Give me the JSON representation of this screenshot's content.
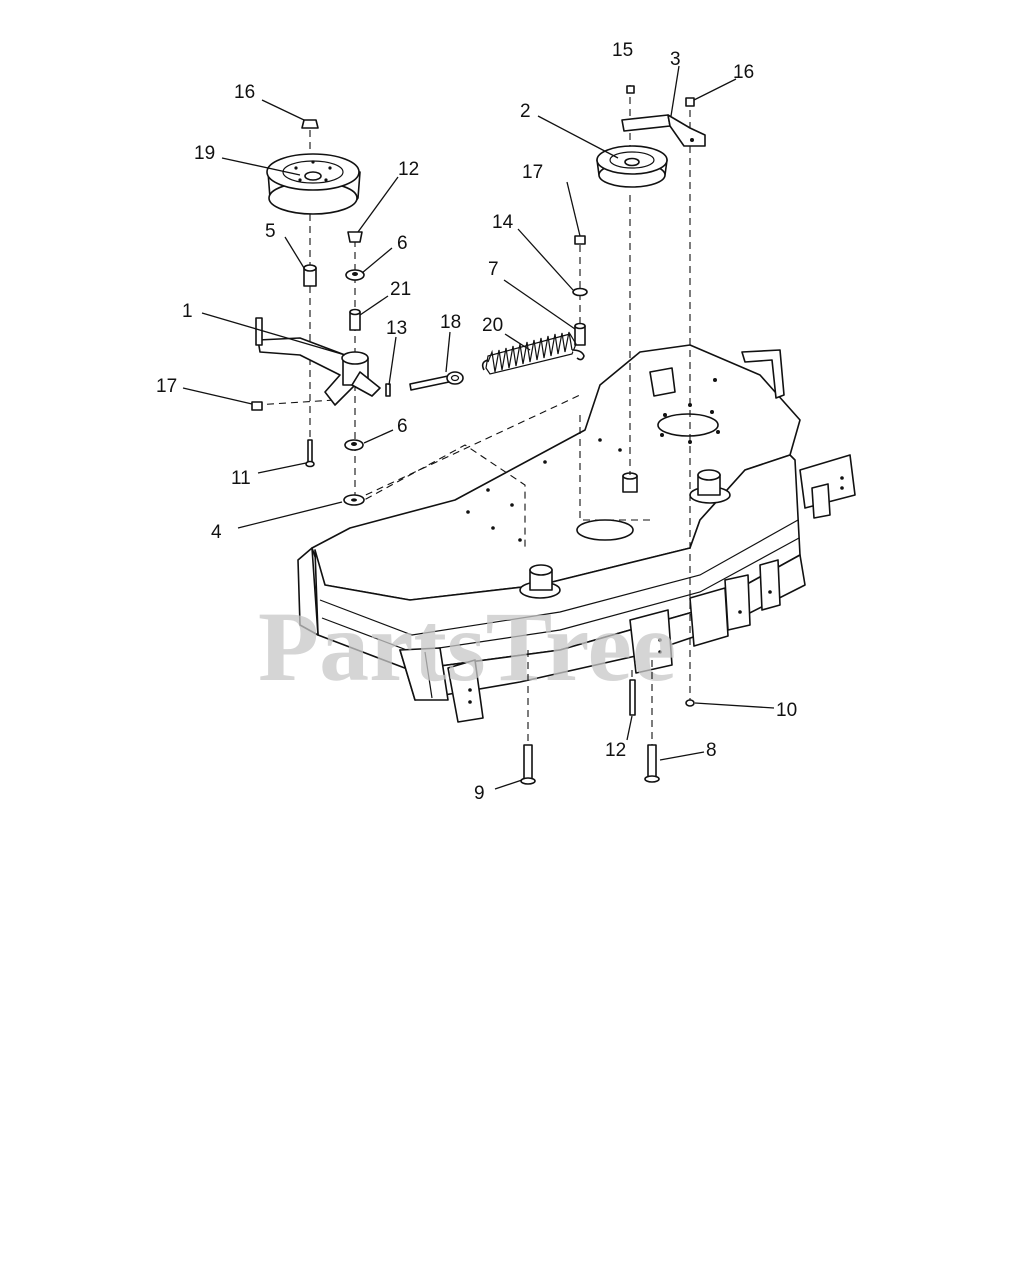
{
  "watermark": "PartsTree",
  "callouts": [
    {
      "id": "1",
      "label": "1"
    },
    {
      "id": "2",
      "label": "2"
    },
    {
      "id": "3",
      "label": "3"
    },
    {
      "id": "4",
      "label": "4"
    },
    {
      "id": "5",
      "label": "5"
    },
    {
      "id": "6a",
      "label": "6"
    },
    {
      "id": "6b",
      "label": "6"
    },
    {
      "id": "7",
      "label": "7"
    },
    {
      "id": "8",
      "label": "8"
    },
    {
      "id": "9",
      "label": "9"
    },
    {
      "id": "10",
      "label": "10"
    },
    {
      "id": "11",
      "label": "11"
    },
    {
      "id": "12",
      "label": "12"
    },
    {
      "id": "13",
      "label": "13"
    },
    {
      "id": "14",
      "label": "14"
    },
    {
      "id": "15",
      "label": "15"
    },
    {
      "id": "16a",
      "label": "16"
    },
    {
      "id": "16b",
      "label": "16"
    },
    {
      "id": "17a",
      "label": "17"
    },
    {
      "id": "17b",
      "label": "17"
    },
    {
      "id": "17c",
      "label": "17"
    },
    {
      "id": "18",
      "label": "18"
    },
    {
      "id": "19",
      "label": "19"
    },
    {
      "id": "20",
      "label": "20"
    },
    {
      "id": "21",
      "label": "21"
    }
  ]
}
